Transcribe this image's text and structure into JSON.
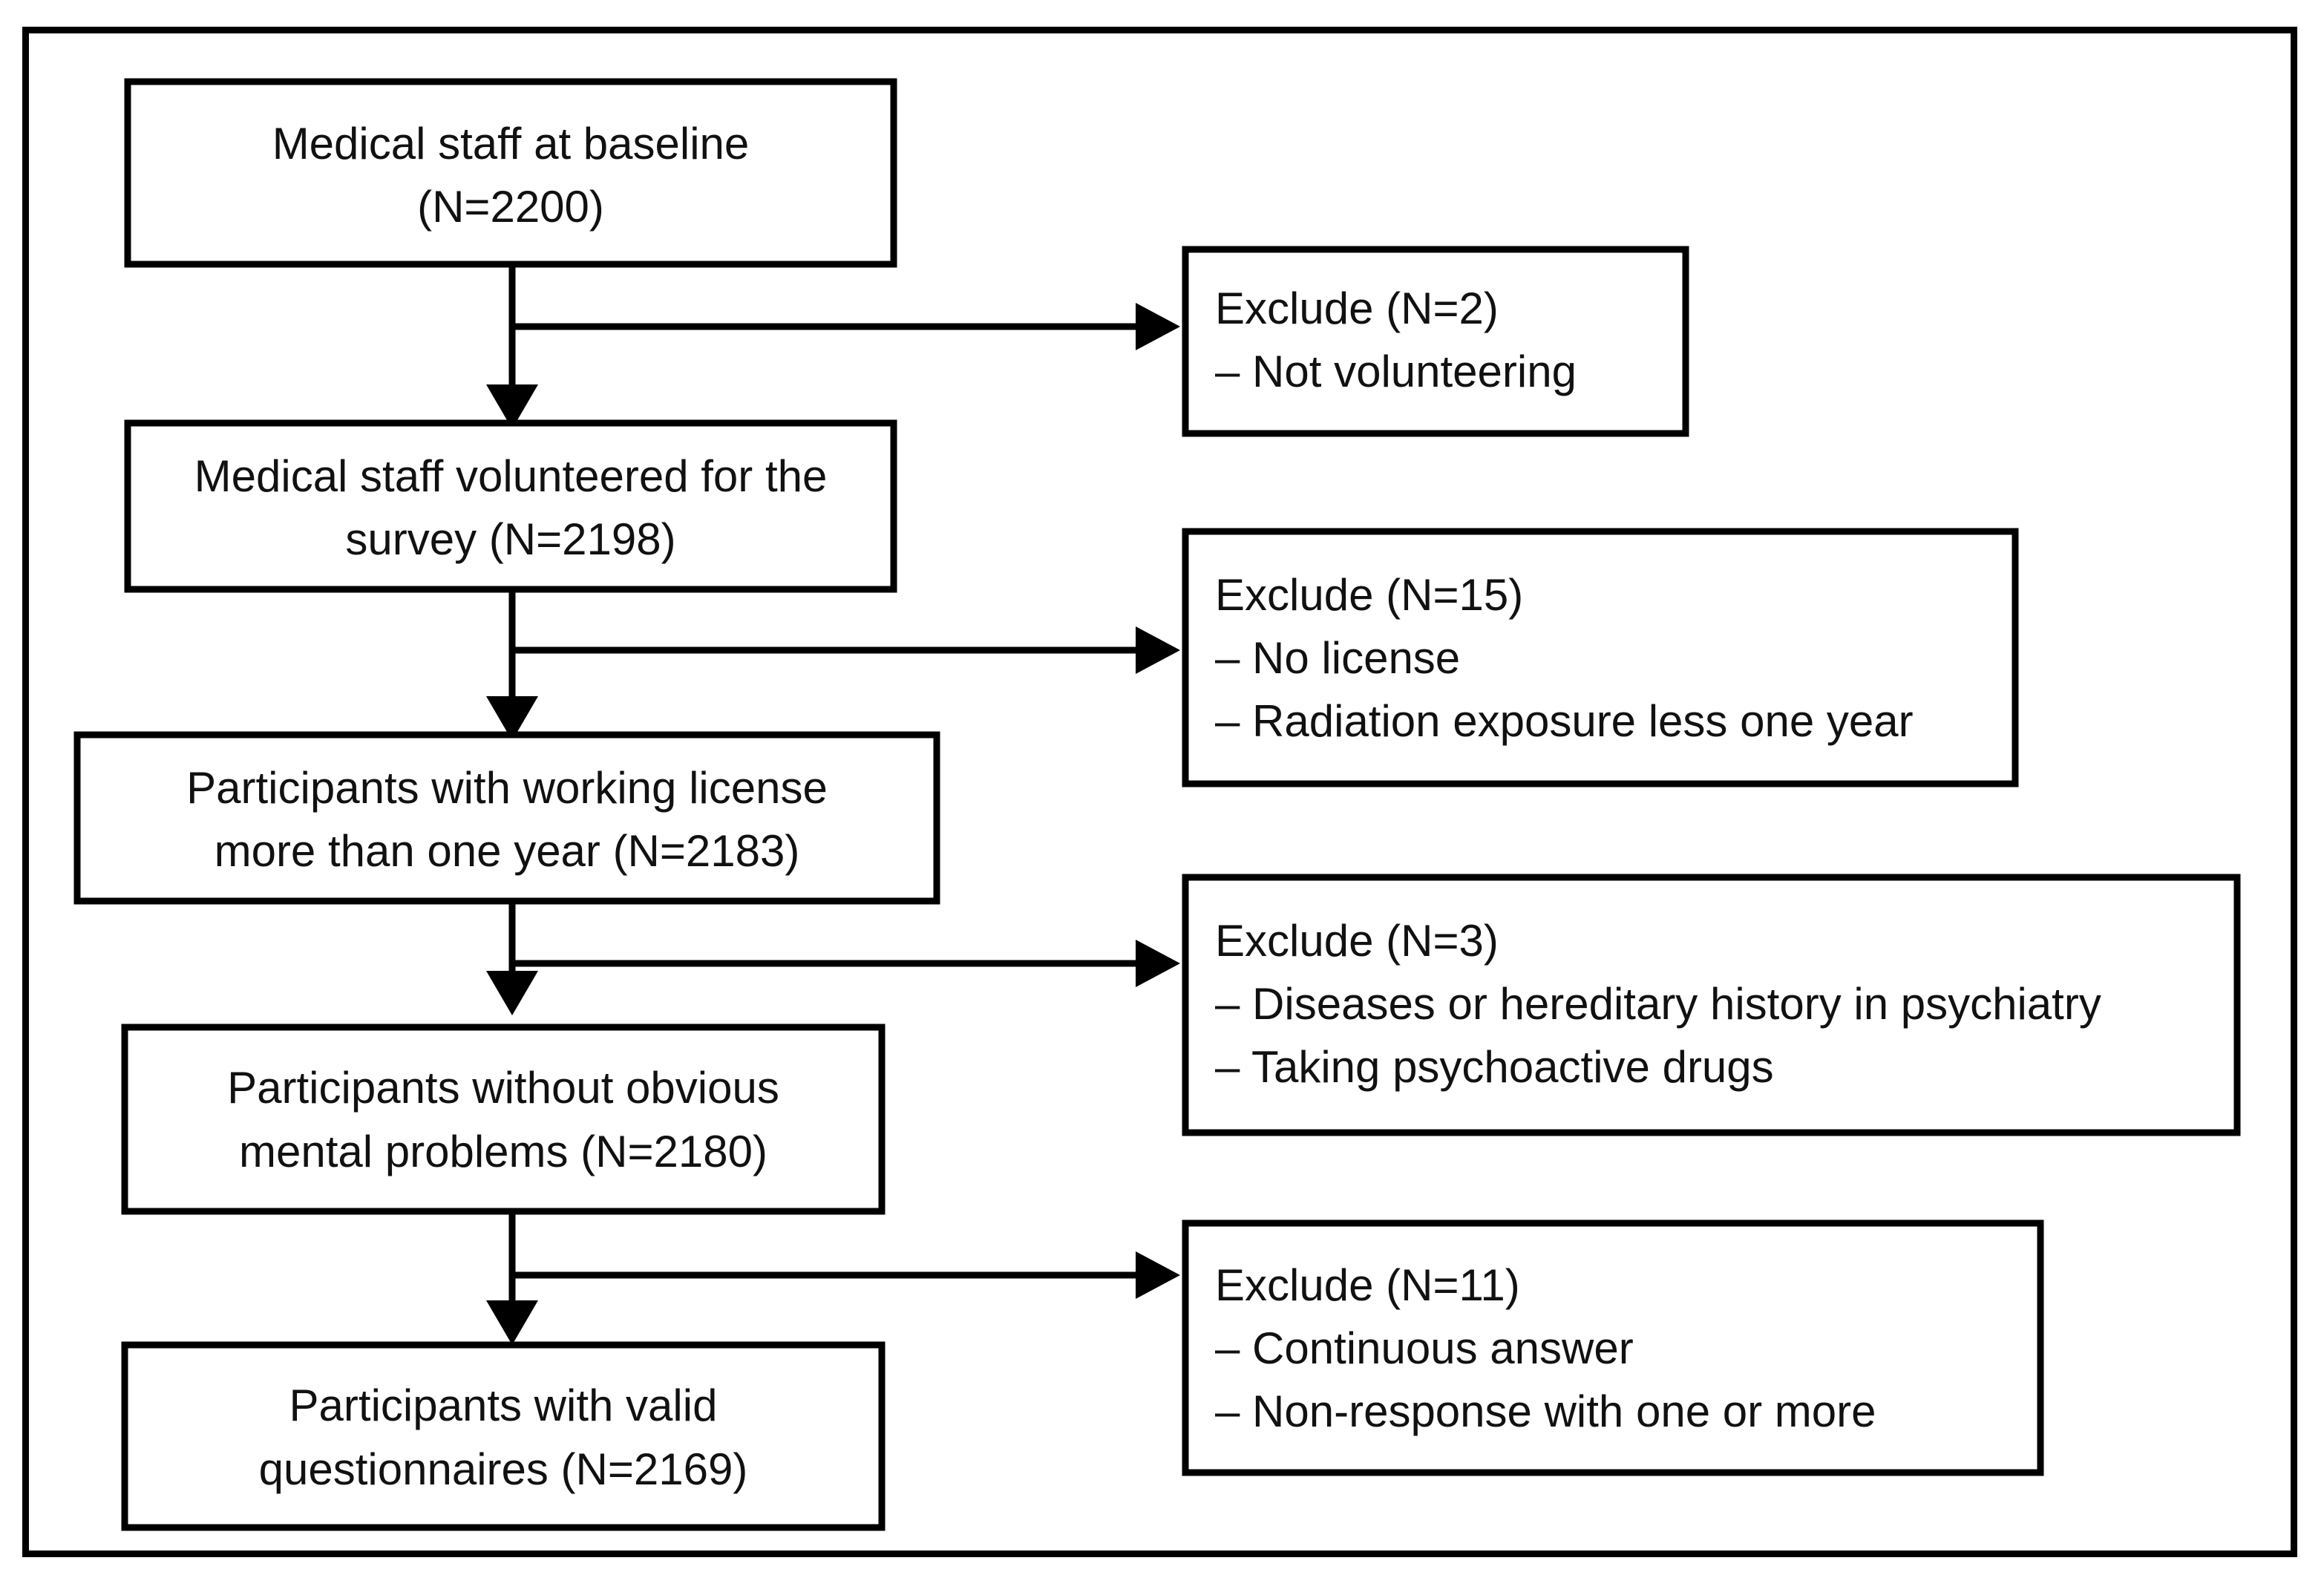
{
  "figure": {
    "type": "participant-flow-diagram",
    "border_color": "#000000",
    "background_color": "#ffffff",
    "text_color": "#111111"
  },
  "flow_nodes": [
    {
      "id": "baseline",
      "line1": "Medical staff at baseline",
      "line2": "(N=2200)",
      "n": 2200
    },
    {
      "id": "volunteered",
      "line1": "Medical staff volunteered for the",
      "line2": "survey (N=2198)",
      "n": 2198
    },
    {
      "id": "license",
      "line1": "Participants with working license",
      "line2": "more than one year (N=2183)",
      "n": 2183
    },
    {
      "id": "mental",
      "line1": "Participants without obvious",
      "line2": "mental problems (N=2180)",
      "n": 2180
    },
    {
      "id": "valid",
      "line1": "Participants with valid",
      "line2": "questionnaires (N=2169)",
      "n": 2169
    }
  ],
  "exclusion_nodes": [
    {
      "id": "exclude-1",
      "header": "Exclude (N=2)",
      "n": 2,
      "reasons": [
        "– Not volunteering"
      ]
    },
    {
      "id": "exclude-2",
      "header": "Exclude (N=15)",
      "n": 15,
      "reasons": [
        "– No license",
        "– Radiation exposure less one year"
      ]
    },
    {
      "id": "exclude-3",
      "header": "Exclude (N=3)",
      "n": 3,
      "reasons": [
        "– Diseases or hereditary history in psychiatry",
        "– Taking psychoactive drugs"
      ]
    },
    {
      "id": "exclude-4",
      "header": "Exclude (N=11)",
      "n": 11,
      "reasons": [
        "– Continuous answer",
        "– Non-response with one or more"
      ]
    }
  ],
  "chart_data": {
    "type": "diagram",
    "title": "",
    "flow_stages": [
      {
        "label": "Medical staff at baseline",
        "n": 2200
      },
      {
        "label": "Medical staff volunteered for the survey",
        "n": 2198
      },
      {
        "label": "Participants with working license more than one year",
        "n": 2183
      },
      {
        "label": "Participants without obvious mental problems",
        "n": 2180
      },
      {
        "label": "Participants with valid questionnaires",
        "n": 2169
      }
    ],
    "exclusions": [
      {
        "after_stage": "Medical staff at baseline",
        "n": 2,
        "reasons": [
          "Not volunteering"
        ]
      },
      {
        "after_stage": "Medical staff volunteered for the survey",
        "n": 15,
        "reasons": [
          "No license",
          "Radiation exposure less one year"
        ]
      },
      {
        "after_stage": "Participants with working license more than one year",
        "n": 3,
        "reasons": [
          "Diseases or hereditary history in psychiatry",
          "Taking psychoactive drugs"
        ]
      },
      {
        "after_stage": "Participants without obvious mental problems",
        "n": 11,
        "reasons": [
          "Continuous answer",
          "Non-response with one or more"
        ]
      }
    ]
  }
}
